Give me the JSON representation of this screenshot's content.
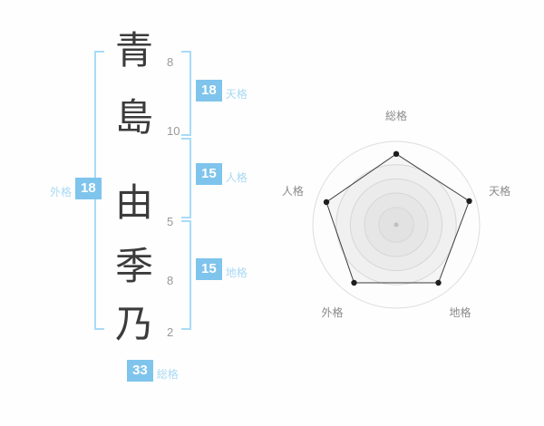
{
  "name_block": {
    "characters": [
      {
        "char": "青",
        "strokes": "8"
      },
      {
        "char": "島",
        "strokes": "10"
      },
      {
        "char": "由",
        "strokes": "5"
      },
      {
        "char": "季",
        "strokes": "8"
      },
      {
        "char": "乃",
        "strokes": "2"
      }
    ],
    "kaku": {
      "tenkaku": {
        "label": "天格",
        "value": "18"
      },
      "jinkaku": {
        "label": "人格",
        "value": "15"
      },
      "chikaku": {
        "label": "地格",
        "value": "15"
      },
      "gaikaku": {
        "label": "外格",
        "value": "18"
      },
      "soukaku": {
        "label": "総格",
        "value": "33"
      }
    }
  },
  "colors": {
    "badge_blue": "#7fc4ec",
    "label_light_blue": "#a9d9f3",
    "bracket_blue": "#a8dbf7",
    "grid_gray": "#dddddd",
    "text_gray": "#8a8a8a",
    "char_color": "#3b3b3b"
  },
  "chart_data": {
    "type": "radar",
    "title": "",
    "categories": [
      "総格",
      "天格",
      "地格",
      "外格",
      "人格"
    ],
    "values": [
      33,
      18,
      15,
      18,
      15
    ],
    "plot_fractions": [
      0.85,
      0.92,
      0.86,
      0.86,
      0.88
    ],
    "grid_circle_fractions": [
      0.21,
      0.38,
      0.55,
      0.72,
      1.0
    ],
    "legend": "none",
    "grid": "concentric-circles"
  }
}
